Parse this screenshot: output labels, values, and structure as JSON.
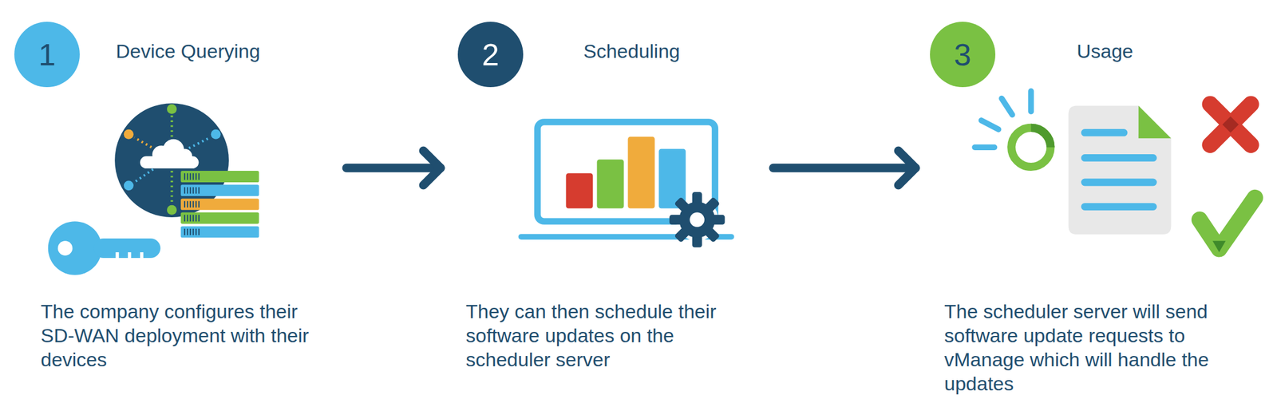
{
  "diagram": {
    "nodes": [
      {
        "text": [
          "1",
          "Device Querying",
          "The company configures their SD-WAN deployment with their devices"
        ]
      },
      {
        "text": [
          "2",
          "Scheduling",
          "They can then schedule their software updates on the scheduler server"
        ]
      },
      {
        "text": [
          "3",
          "Usage",
          "The scheduler server will send software update requests to vManage which will handle the updates"
        ]
      }
    ],
    "edges": [
      {
        "from": 0,
        "to": 1,
        "arrow": "to"
      },
      {
        "from": 1,
        "to": 2,
        "arrow": "to"
      }
    ]
  }
}
